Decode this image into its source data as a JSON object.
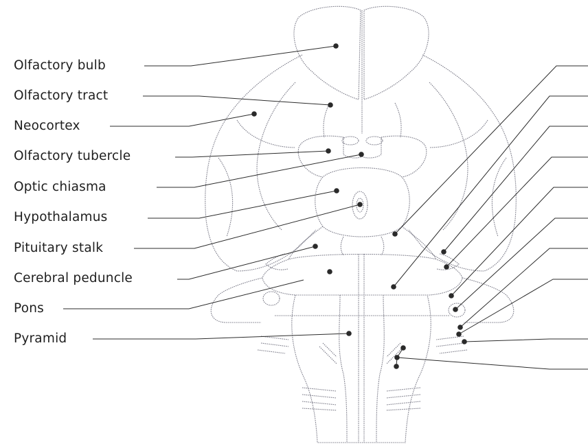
{
  "labels": [
    "Olfactory bulb",
    "Olfactory tract",
    "Neocortex",
    "Olfactory tubercle",
    "Optic chiasma",
    "Hypothalamus",
    "Pituitary stalk",
    "Cerebral peduncle",
    "Pons",
    "Pyramid"
  ]
}
